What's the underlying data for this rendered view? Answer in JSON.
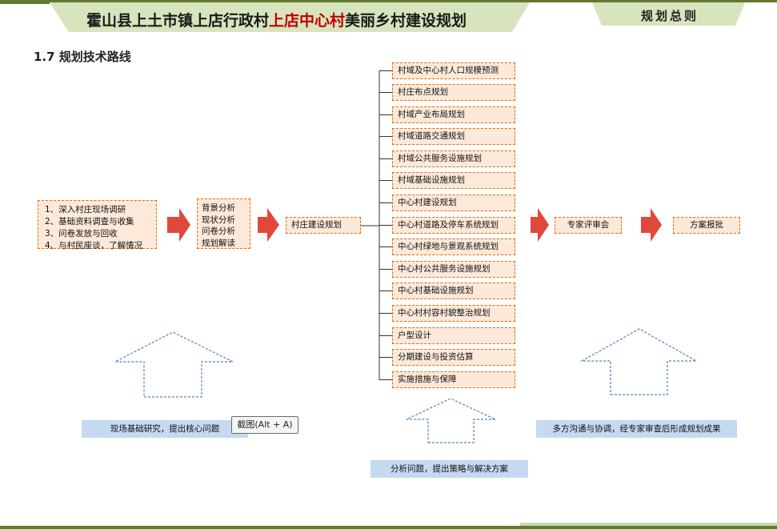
{
  "header": {
    "title_part1": "霍山县上土市镇上店行政村",
    "title_accent": "上店中心村",
    "title_part2": "美丽乡村建设规划",
    "section_tag": "规划总则",
    "colors": {
      "band": "#5f7a2e",
      "panel": "#d7e4bd",
      "accent": "#c00000"
    }
  },
  "subtitle": "1.7  规划技术路线",
  "flow": {
    "research_items": [
      "1、深入村庄现场调研",
      "2、基础资料调查与收集",
      "3、问卷发放与回收",
      "4、与村民座谈，了解情况"
    ],
    "analysis_items": [
      "背景分析",
      "现状分析",
      "问卷分析",
      "规划解读"
    ],
    "planning": "村庄建设规划",
    "plan_items": [
      "村域及中心村人口规模预测",
      "村庄布点规划",
      "村域产业布局规划",
      "村域道路交通规划",
      "村域公共服务设施规划",
      "村域基础设施规划",
      "中心村建设规划",
      "中心村道路及停车系统规划",
      "中心村绿地与景观系统规划",
      "中心村公共服务设施规划",
      "中心村基础设施规划",
      "中心村村容村貌整治规划",
      "户型设计",
      "分期建设与投资估算",
      "实施措施与保障"
    ],
    "review": "专家评审会",
    "report": "方案报批"
  },
  "captions": {
    "left": "现场基础研究，提出核心问题",
    "middle": "分析问题，提出策略与解决方案",
    "right": "多方沟通与协调，经专家审查后形成规划成果"
  },
  "tooltip": "截图(Alt + A)",
  "colors": {
    "box_fill": "#fde9d9",
    "box_border": "#e46c0a",
    "arrow_red": "#e0483c",
    "caption_fill": "#c5d9f1",
    "hollow_arrow": "#4f81bd"
  }
}
